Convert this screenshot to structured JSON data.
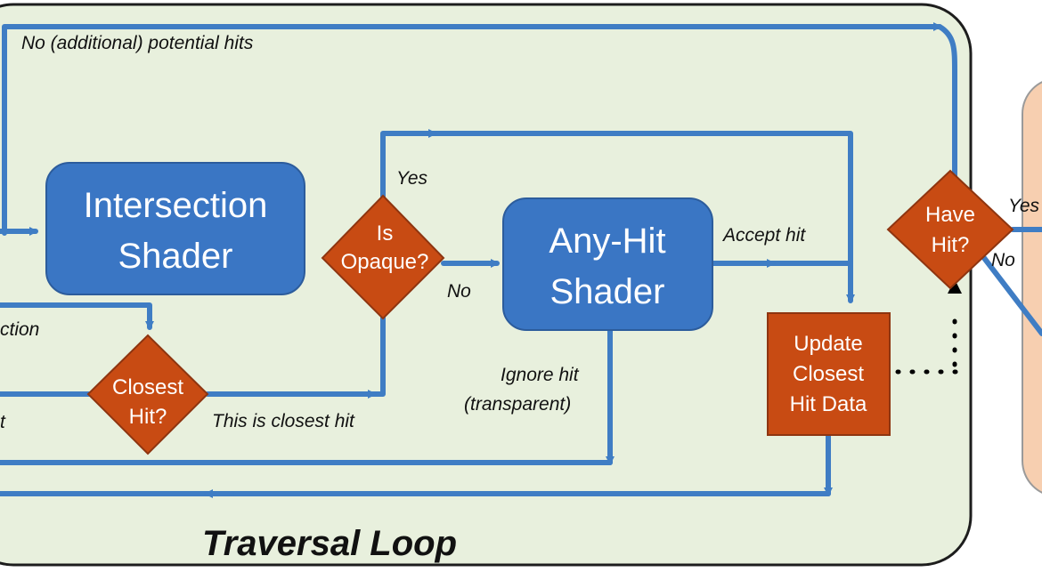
{
  "colors": {
    "loop_background": "#e8f0dd",
    "loop_border": "#1d1d1d",
    "shader_box": "#3a76c4",
    "decision": "#c84b13",
    "arrow": "#3f7dc4",
    "right_panel": "#f7cfb0"
  },
  "loop": {
    "title": "Traversal Loop"
  },
  "nodes": {
    "intersection": {
      "line1": "Intersection",
      "line2": "Shader"
    },
    "anyhit": {
      "line1": "Any-Hit",
      "line2": "Shader"
    },
    "opaque": {
      "line1": "Is",
      "line2": "Opaque?"
    },
    "closest": {
      "line1": "Closest",
      "line2": "Hit?"
    },
    "havehit": {
      "line1": "Have",
      "line2": "Hit?"
    },
    "update": {
      "line1": "Update",
      "line2": "Closest",
      "line3": "Hit Data"
    }
  },
  "edge_labels": {
    "no_potential": "No (additional) potential hits",
    "yes_top": "Yes",
    "no_mid": "No",
    "accept": "Accept hit",
    "ignore1": "Ignore hit",
    "ignore2": "(transparent)",
    "this_closest": "This is closest hit",
    "ction": "ction",
    "t_frag": "t",
    "yes_right": "Yes",
    "no_right": "No"
  }
}
